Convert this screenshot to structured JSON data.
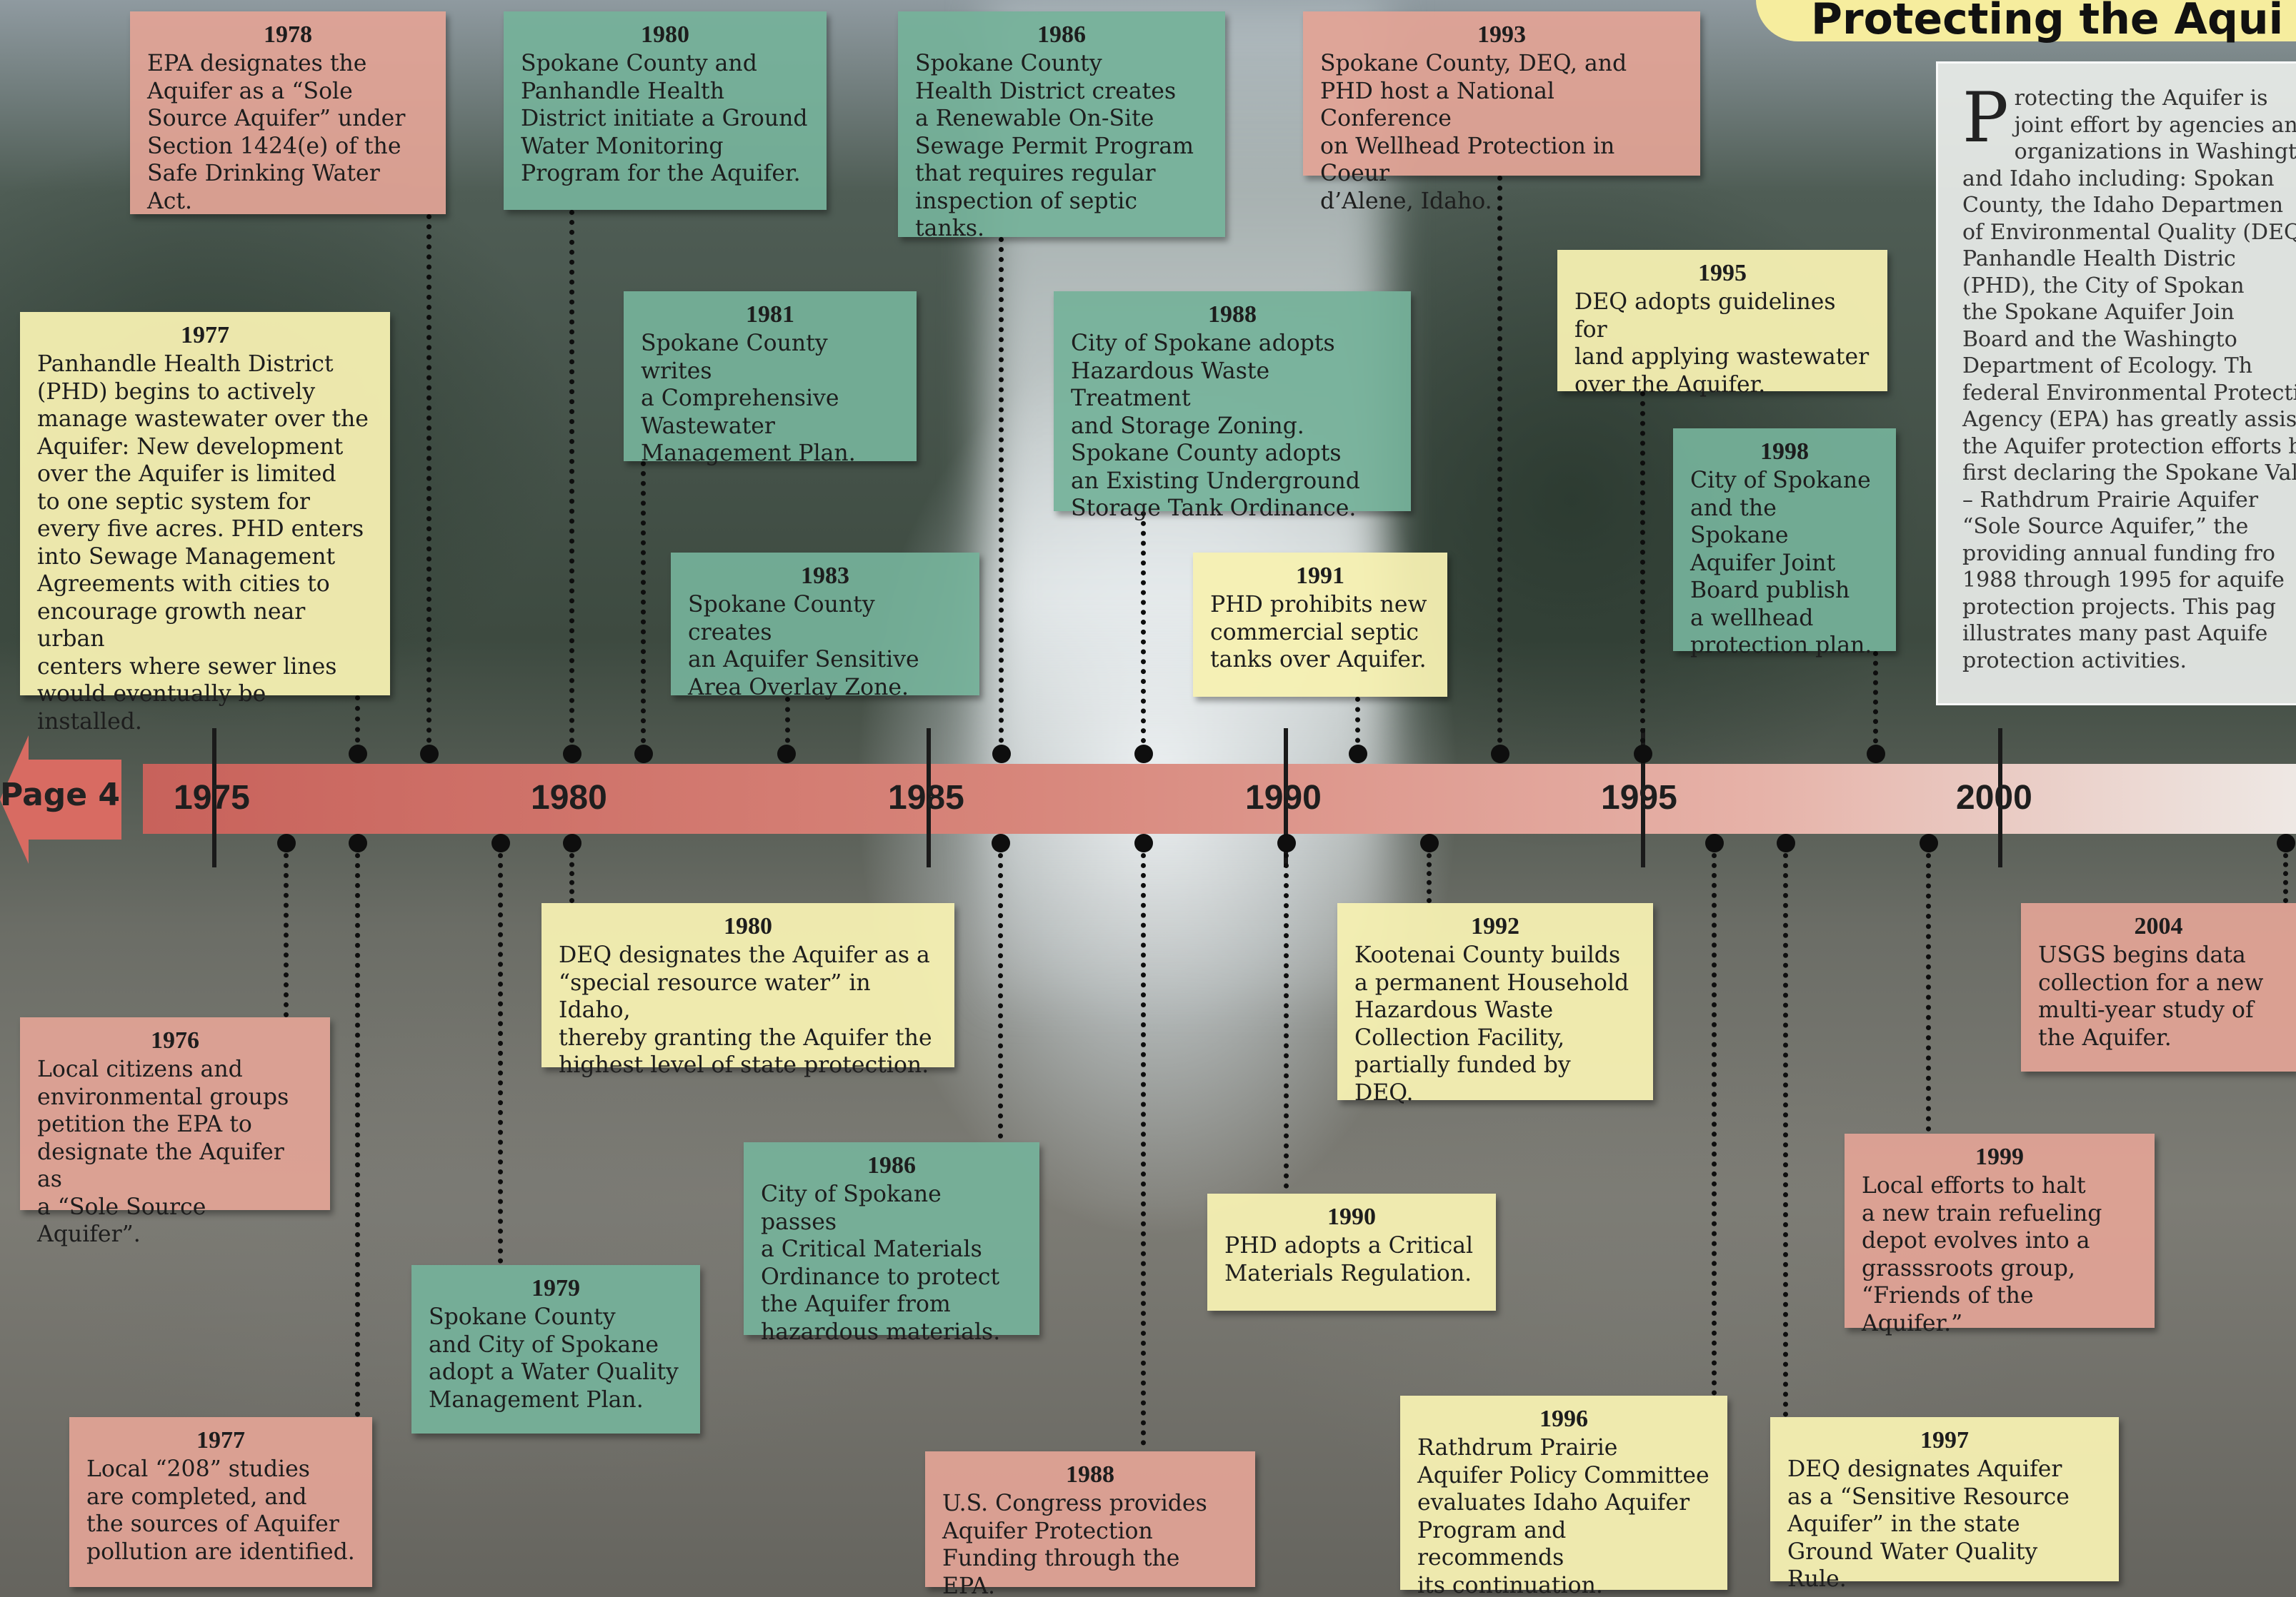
{
  "title": "Protecting the Aqui",
  "intro": {
    "drop_cap": "P",
    "text": "rotecting the Aquifer is\n   joint effort by agencies an\norganizations in Washingto\nand Idaho including: Spokan\nCounty, the Idaho Departmen\nof Environmental Quality (DEQ\nPanhandle Health Distric\n(PHD), the City of Spokan\nthe Spokane Aquifer Join\nBoard and the Washingto\nDepartment of Ecology.  Th\nfederal Environmental Protectio\nAgency (EPA) has greatly assiste\nthe Aquifer protection efforts b\nfirst declaring the Spokane Valle\n– Rathdrum Prairie Aquifer\n“Sole Source Aquifer,” the\nproviding annual funding fro\n1988 through 1995 for aquife\nprotection projects.  This pag\nillustrates many past Aquife\nprotection activities."
  },
  "nav": {
    "page_link": "Page 4"
  },
  "axis_labels": [
    "1975",
    "1980",
    "1985",
    "1990",
    "1995",
    "2000"
  ],
  "events_top": [
    {
      "year": "1978",
      "text": "EPA designates the\nAquifer as a “Sole\nSource Aquifer” under\nSection 1424(e) of the\nSafe Drinking Water Act."
    },
    {
      "year": "1980",
      "text": "Spokane County and\nPanhandle Health\nDistrict initiate a Ground\nWater Monitoring\nProgram for the Aquifer."
    },
    {
      "year": "1986",
      "text": "Spokane County\nHealth District creates\na Renewable On-Site\nSewage Permit Program\nthat requires regular\ninspection of septic tanks."
    },
    {
      "year": "1993",
      "text": "Spokane County, DEQ, and\nPHD host a National Conference\non Wellhead Protection in Coeur\nd’Alene, Idaho."
    },
    {
      "year": "1977",
      "text": "Panhandle Health District\n(PHD) begins to actively\nmanage wastewater over the\nAquifer:  New development\nover the Aquifer is limited\nto one septic system for\nevery five acres.  PHD enters\ninto Sewage Management\nAgreements with cities to\nencourage growth near urban\ncenters where sewer lines\nwould eventually be installed."
    },
    {
      "year": "1981",
      "text": "Spokane County writes\na Comprehensive\nWastewater\nManagement Plan."
    },
    {
      "year": "1988",
      "text": "City of Spokane adopts\nHazardous Waste Treatment\nand Storage Zoning.\nSpokane County adopts\nan Existing Underground\nStorage Tank Ordinance."
    },
    {
      "year": "1995",
      "text": "DEQ adopts guidelines for\nland applying wastewater\nover the Aquifer."
    },
    {
      "year": "1998",
      "text": "City of Spokane\nand the Spokane\nAquifer Joint\nBoard publish\na wellhead\nprotection plan."
    },
    {
      "year": "1983",
      "text": "Spokane County creates\nan Aquifer Sensitive\nArea Overlay Zone."
    },
    {
      "year": "1991",
      "text": "PHD prohibits new\ncommercial septic\ntanks over Aquifer."
    }
  ],
  "events_bottom": [
    {
      "year": "1980",
      "text": "DEQ designates the Aquifer as a\n“special resource water” in Idaho,\nthereby granting the Aquifer the\nhighest level of state protection."
    },
    {
      "year": "1992",
      "text": "Kootenai County builds\na permanent Household\nHazardous Waste\nCollection Facility,\npartially funded by DEQ."
    },
    {
      "year": "2004",
      "text": "USGS begins data\ncollection for a new\nmulti-year study of\nthe Aquifer."
    },
    {
      "year": "1976",
      "text": "Local citizens and\nenvironmental groups\npetition the EPA to\ndesignate the Aquifer as\na “Sole Source Aquifer”."
    },
    {
      "year": "1986",
      "text": "City of Spokane passes\na Critical Materials\nOrdinance to protect\nthe Aquifer from\nhazardous materials."
    },
    {
      "year": "1999",
      "text": "Local efforts to halt\na new train refueling\ndepot evolves into a\ngrasssroots group,\n“Friends of the Aquifer.”"
    },
    {
      "year": "1990",
      "text": "PHD adopts a Critical\nMaterials Regulation."
    },
    {
      "year": "1979",
      "text": "Spokane County\nand City of Spokane\nadopt a Water Quality\nManagement Plan."
    },
    {
      "year": "1996",
      "text": "Rathdrum Prairie\nAquifer Policy Committee\nevaluates Idaho Aquifer\nProgram and recommends\nits continuation."
    },
    {
      "year": "1977",
      "text": "Local “208” studies\nare completed, and\nthe sources of Aquifer\npollution are identified."
    },
    {
      "year": "1988",
      "text": "U.S. Congress provides\nAquifer Protection\nFunding through the EPA."
    },
    {
      "year": "1997",
      "text": "DEQ designates Aquifer\nas a “Sensitive Resource\nAquifer” in the state\nGround Water Quality Rule."
    }
  ],
  "colors": {
    "salmon": "#e2a496",
    "teal": "#75b29a",
    "yellow": "#f5f0b2",
    "timeline_bar": "#c8625b"
  }
}
